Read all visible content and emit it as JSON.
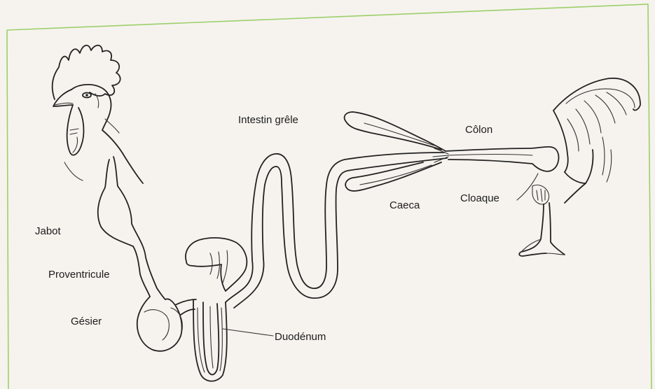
{
  "labels": {
    "intestin_grele": "Intestin grêle",
    "colon": "Côlon",
    "caeca": "Caeca",
    "cloaque": "Cloaque",
    "jabot": "Jabot",
    "proventricule": "Proventricule",
    "gesier": "Gésier",
    "duodenum": "Duodénum"
  },
  "colors": {
    "background": "#f6f3ee",
    "frame": "#9ccf6a",
    "ink": "#222222"
  }
}
